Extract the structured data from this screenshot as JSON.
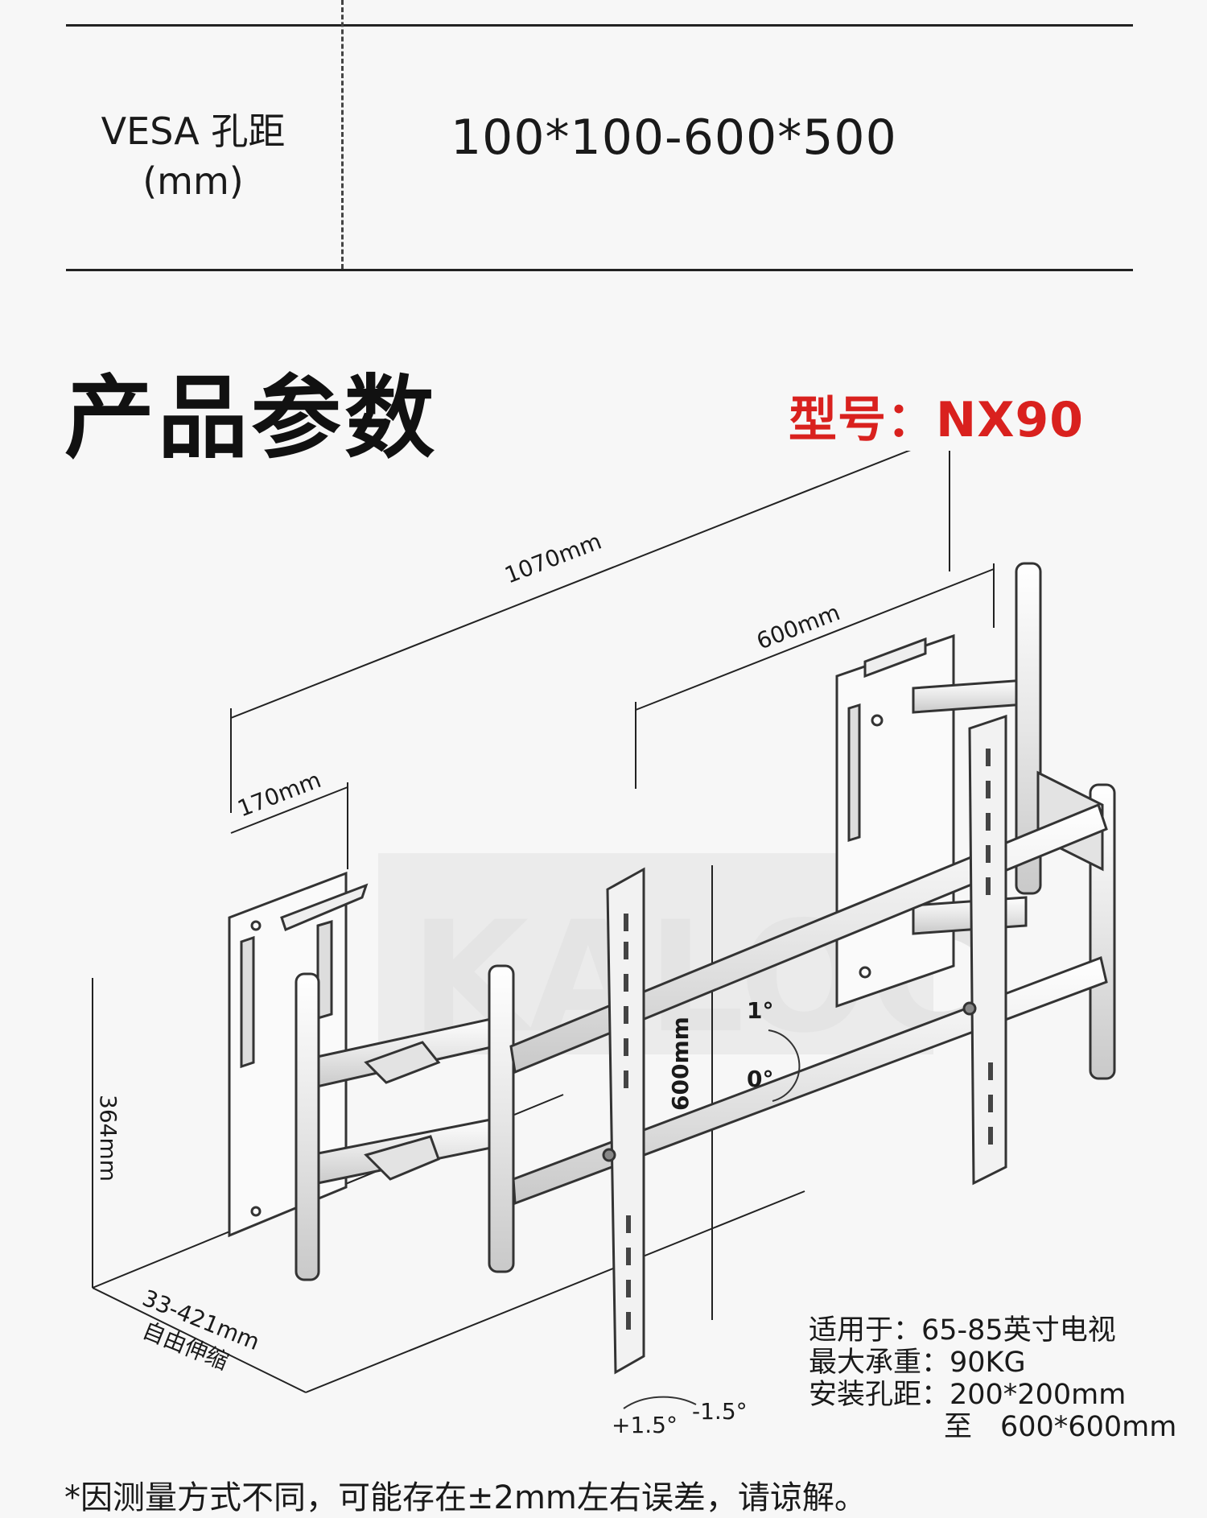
{
  "spec_row": {
    "label_line1": "VESA 孔距",
    "label_line2": "(mm)",
    "value": "100*100-600*500"
  },
  "section_title": "产品参数",
  "model_label": "型号：NX90",
  "dimensions": {
    "overall_width": "1070mm",
    "vesa_horizontal": "600mm",
    "wall_plate_width": "170mm",
    "wall_plate_height": "364mm",
    "vesa_vertical": "600mm",
    "extension_range": "33-421mm",
    "extension_caption": "自由伸缩",
    "tilt_top": "1°",
    "tilt_bottom": "0°",
    "swivel_left": "+1.5°",
    "swivel_right": "-1.5°"
  },
  "specs": {
    "line1": "适用于：65-85英寸电视",
    "line2": "最大承重：90KG",
    "line3": "安装孔距：200*200mm",
    "line4": "至　600*600mm"
  },
  "footnote": "*因测量方式不同，可能存在±2mm左右误差，请谅解。",
  "colors": {
    "accent": "#d9211e"
  }
}
